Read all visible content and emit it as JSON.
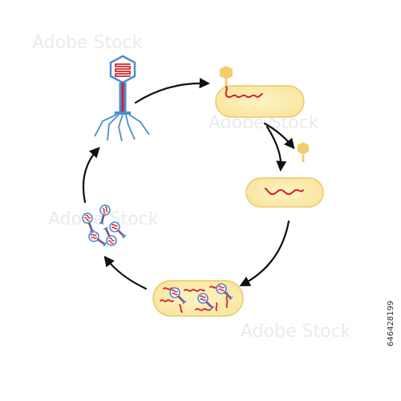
{
  "diagram": {
    "type": "lytic-cycle",
    "stages": [
      {
        "id": "free-phage",
        "depicts": "bacteriophage"
      },
      {
        "id": "attachment",
        "depicts": "phage attached to bacterium, DNA injected"
      },
      {
        "id": "detachment",
        "depicts": "empty phage capsid leaving bacterium"
      },
      {
        "id": "replication",
        "depicts": "bacterium with phage DNA"
      },
      {
        "id": "assembly",
        "depicts": "bacterium filled with new phages and DNA"
      },
      {
        "id": "release",
        "depicts": "new phages released"
      }
    ],
    "colors": {
      "cell_fill": "#fbeeaa",
      "cell_edge": "#e9c768",
      "dna": "#d6202a",
      "phage_blue": "#4a8fcf",
      "arrow": "#111111",
      "empty_capsid": "#f4cd6e"
    }
  },
  "stock_id": "646428199",
  "watermark": "Adobe Stock"
}
